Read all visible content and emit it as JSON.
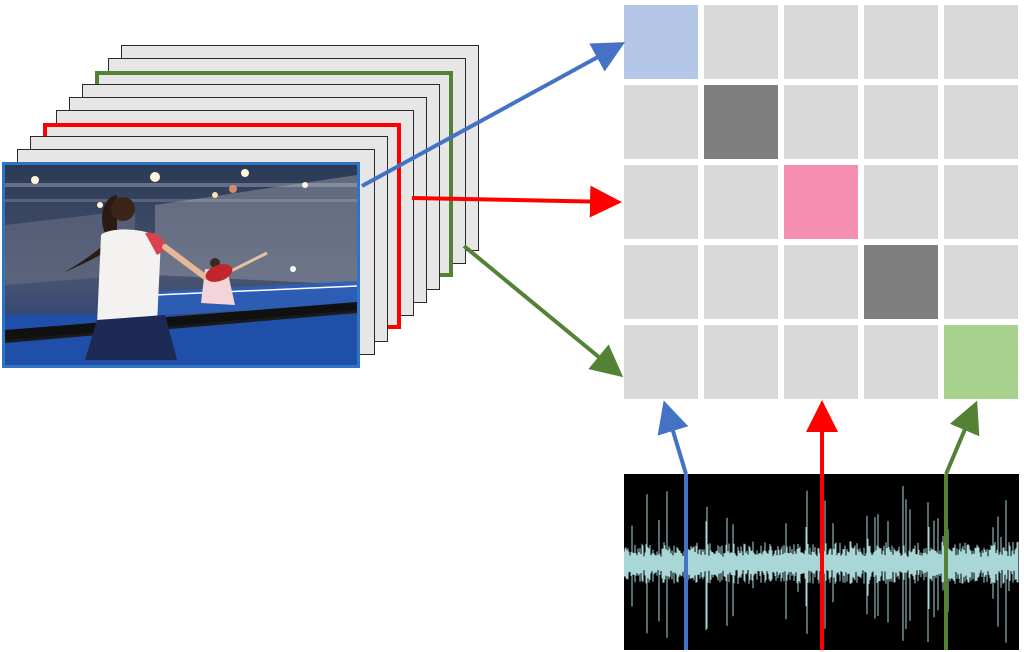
{
  "colors": {
    "blue": "#4472c4",
    "red": "#ff0000",
    "green": "#548235",
    "photo_border": "#2f74c0",
    "frame_fill": "#e6e6e6",
    "cell_default": "#d9d9d9",
    "cell_dark": "#7f7f7f",
    "cell_blue": "#b4c7e7",
    "cell_pink": "#f48fb1",
    "cell_green": "#a9d18e",
    "waveform": "#a9d6d6",
    "waveform_bg": "#000000"
  },
  "video_stack": {
    "frame_count": 10,
    "highlighted_frames": [
      {
        "index": 0,
        "color": "blue"
      },
      {
        "index": 3,
        "color": "red"
      },
      {
        "index": 7,
        "color": "green"
      }
    ]
  },
  "grid": {
    "rows": 5,
    "cols": 5,
    "highlighted_cells": [
      {
        "row": 0,
        "col": 0,
        "color": "cell_blue"
      },
      {
        "row": 1,
        "col": 1,
        "color": "cell_dark"
      },
      {
        "row": 2,
        "col": 2,
        "color": "cell_pink"
      },
      {
        "row": 3,
        "col": 3,
        "color": "cell_dark"
      },
      {
        "row": 4,
        "col": 4,
        "color": "cell_green"
      }
    ]
  },
  "audio": {
    "markers": [
      "blue",
      "red",
      "green"
    ]
  },
  "icons": {
    "photo": "table-tennis-photo-icon",
    "arrow": "arrow-icon"
  }
}
